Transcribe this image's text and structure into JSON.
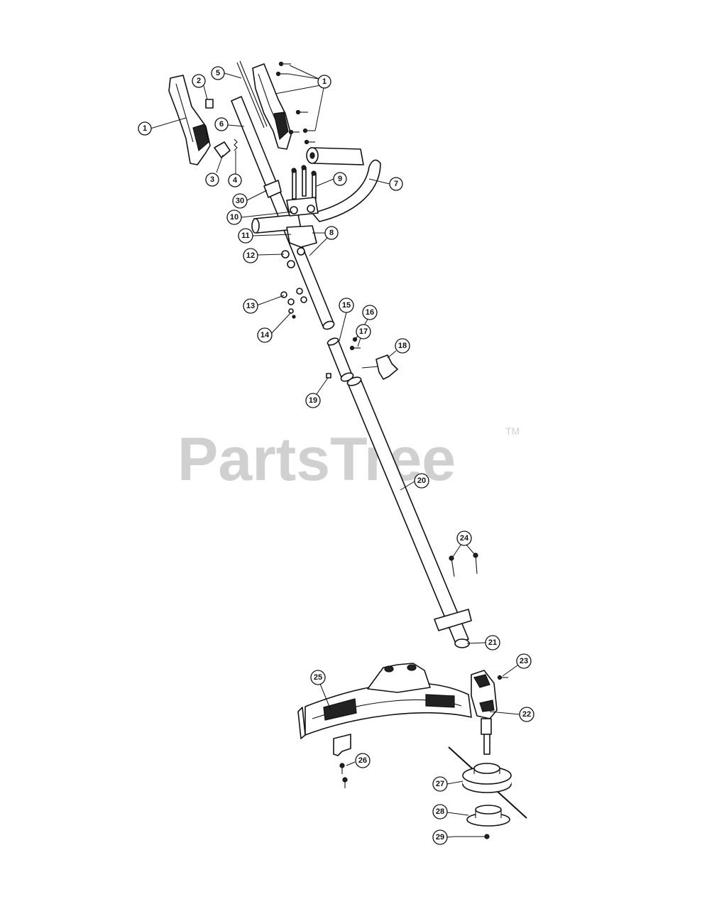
{
  "watermark": {
    "text": "PartsTree",
    "trademark": "TM"
  },
  "callouts": [
    "1",
    "1",
    "2",
    "3",
    "4",
    "5",
    "6",
    "7",
    "8",
    "9",
    "10",
    "11",
    "12",
    "13",
    "14",
    "15",
    "16",
    "17",
    "18",
    "19",
    "20",
    "21",
    "22",
    "23",
    "24",
    "25",
    "26",
    "27",
    "28",
    "29",
    "30"
  ]
}
